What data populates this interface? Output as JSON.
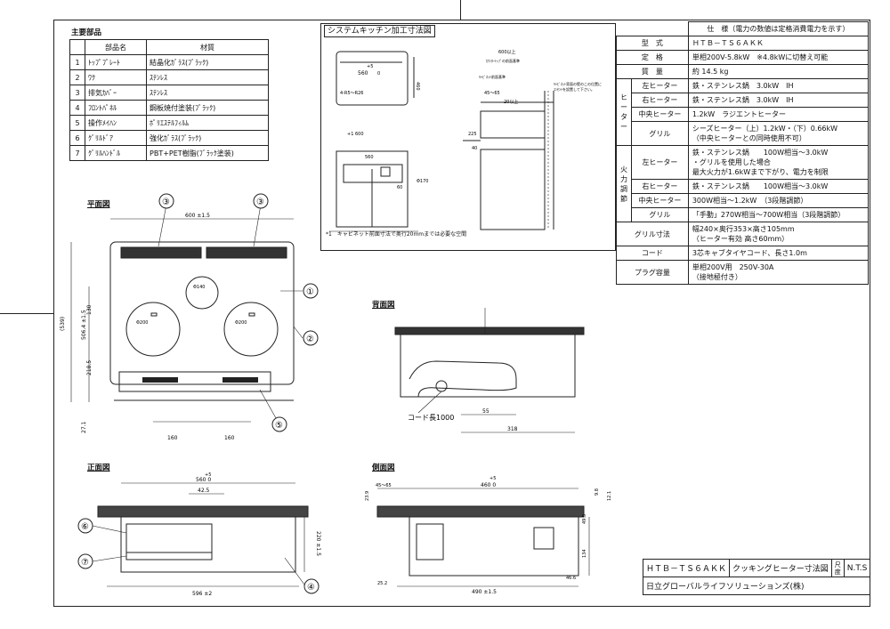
{
  "parts": {
    "title": "主要部品",
    "headers": [
      "",
      "部品名",
      "材質"
    ],
    "rows": [
      [
        "1",
        "ﾄｯﾌﾟﾌﾟﾚｰﾄ",
        "結晶化ｶﾞﾗｽ(ﾌﾞﾗｯｸ)"
      ],
      [
        "2",
        "ﾜｸ",
        "ｽﾃﾝﾚｽ"
      ],
      [
        "3",
        "排気ｶﾊﾞｰ",
        "ｽﾃﾝﾚｽ"
      ],
      [
        "4",
        "ﾌﾛﾝﾄﾊﾟﾈﾙ",
        "鋼板焼付塗装(ﾌﾞﾗｯｸ)"
      ],
      [
        "5",
        "操作ﾒｲﾊﾝ",
        "ﾎﾟﾘｴｽﾃﾙﾌｨﾙﾑ"
      ],
      [
        "6",
        "ｸﾞﾘﾙﾄﾞｱ",
        "強化ｶﾞﾗｽ(ﾌﾞﾗｯｸ)"
      ],
      [
        "7",
        "ｸﾞﾘﾙﾊﾝﾄﾞﾙ",
        "PBT+PET樹脂(ﾌﾞﾗｯｸ塗装)"
      ]
    ]
  },
  "kitchen": {
    "title": "システムキッチン加工寸法図",
    "note": "*1　キャビネット前面寸法で奥行20mmまでは必要な空間",
    "dims": [
      "560",
      "+5",
      "0",
      "460",
      "+5",
      "0",
      "4-R5～R26",
      "+1 600",
      "560",
      "60",
      "Φ170",
      "600以上",
      "45～65",
      "20以上",
      "40",
      "225"
    ],
    "labels": [
      "ｷｬﾋﾞﾈｯﾄ前面基準",
      "ｶｳﾝﾀｰﾄｯﾌﾟの前面基準",
      "ｺﾝｾﾝﾄを設置して下さい。",
      "ｷｬﾋﾞﾈｯﾄ背面の壁のこの位置に"
    ]
  },
  "spec": {
    "header": "仕　様（電力の数値は定格消費電力を示す）",
    "rows": [
      {
        "k": "型　式",
        "v": "ＨＴＢ－ＴＳ６ＡＫＫ"
      },
      {
        "k": "定　格",
        "v": "単相200V-5.8kW　※4.8kWに切替え可能"
      },
      {
        "k": "質　量",
        "v": "約 14.5 kg"
      }
    ],
    "heater_group": "ヒーター",
    "heater_rows": [
      {
        "k": "左ヒーター",
        "v": "鉄・ステンレス鍋　3.0kW　IH"
      },
      {
        "k": "右ヒーター",
        "v": "鉄・ステンレス鍋　3.0kW　IH"
      },
      {
        "k": "中央ヒーター",
        "v": "1.2kW　ラジエントヒーター"
      },
      {
        "k": "グリル",
        "v": "シーズヒーター（上）1.2kW・（下）0.66kW\n（中央ヒーターとの同時使用不可）"
      }
    ],
    "fire_group": "火力調節",
    "fire_rows": [
      {
        "k": "左ヒーター",
        "v": "鉄・ステンレス鍋　　100W相当～3.0kW\n・グリルを使用した場合\n最大火力が1.6kWまで下がり、電力を制限"
      },
      {
        "k": "右ヒーター",
        "v": "鉄・ステンレス鍋　　100W相当～3.0kW"
      },
      {
        "k": "中央ヒーター",
        "v": "300W相当～1.2kW　（3段階調節）"
      },
      {
        "k": "グリル",
        "v": "「手動」270W相当～700W相当（3段階調節）"
      }
    ],
    "tail_rows": [
      {
        "k": "グリル寸法",
        "v": "幅240×奥行353×高さ105mm\n（ヒーター有効 高さ60mm）"
      },
      {
        "k": "コード",
        "v": "3芯キャブタイヤコード、長さ1.0m"
      },
      {
        "k": "プラグ容量",
        "v": "単相200V用　250V-30A\n（接地極付き）"
      }
    ]
  },
  "views": {
    "plan": {
      "title": "平面図",
      "dims": [
        "600 ±1.5",
        "(539)",
        "506.4 ±1.5",
        "130",
        "218.5",
        "27.1",
        "160",
        "160",
        "Φ140",
        "Φ200",
        "Φ200"
      ],
      "callouts": [
        "③",
        "③",
        "①",
        "②",
        "⑤"
      ]
    },
    "back": {
      "title": "背面図",
      "dims": [
        "55",
        "318"
      ],
      "cord_label": "コード長1000"
    },
    "front": {
      "title": "正面図",
      "dims": [
        "+5",
        "560 0",
        "42.5",
        "220 ±1.5",
        "596 ±2"
      ],
      "callouts": [
        "⑥",
        "⑦",
        "④"
      ]
    },
    "side": {
      "title": "側面図",
      "dims": [
        "45～65",
        "+5",
        "460 0",
        "23.9",
        "9.8",
        "12.1",
        "49.5",
        "134",
        "46.6",
        "25.2",
        "490 ±1.5"
      ]
    }
  },
  "title_block": {
    "model": "ＨＴＢ－ＴＳ６ＡＫＫ",
    "drawing": "クッキングヒーター寸法図",
    "scale_label": "尺度",
    "scale": "N.T.S",
    "company": "日立グローバルライフソリューションズ(株)"
  }
}
